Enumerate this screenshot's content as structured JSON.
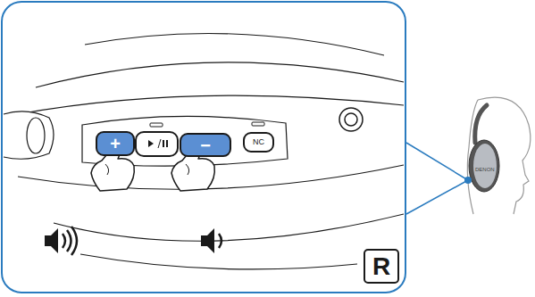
{
  "diagram": {
    "nodes": [
      {
        "text": [
          "+"
        ]
      },
      {
        "text": [
          "−"
        ]
      },
      {
        "text": [
          "NC"
        ]
      },
      {
        "text": [
          "R"
        ]
      }
    ],
    "labels": [
      "DENON"
    ]
  }
}
